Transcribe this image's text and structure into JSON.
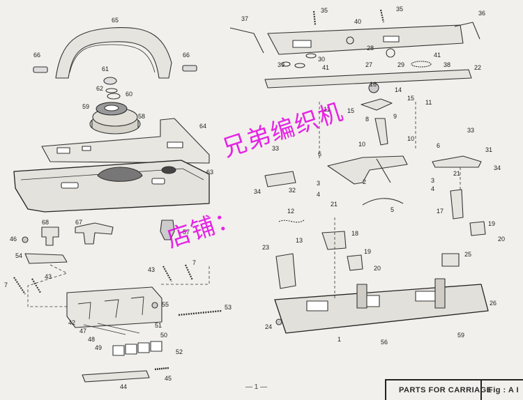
{
  "labels": {
    "n1": "1",
    "n2": "2",
    "n3a": "3",
    "n3b": "3",
    "n4a": "4",
    "n4b": "4",
    "n5": "5",
    "n6a": "6",
    "n6b": "6",
    "n7a": "7",
    "n7b": "7",
    "n8": "8",
    "n9": "9",
    "n10a": "10",
    "n10b": "10",
    "n11a": "11",
    "n11b": "11",
    "n12": "12",
    "n13": "13",
    "n14": "14",
    "n15a": "15",
    "n15b": "15",
    "n16": "16",
    "n17": "17",
    "n18": "18",
    "n19a": "19",
    "n19b": "19",
    "n20a": "20",
    "n20b": "20",
    "n21a": "21",
    "n21b": "21",
    "n22": "22",
    "n23": "23",
    "n24": "24",
    "n25": "25",
    "n26": "26",
    "n27": "27",
    "n28": "28",
    "n29": "29",
    "n30": "30",
    "n31": "31",
    "n32": "32",
    "n33a": "33",
    "n33b": "33",
    "n34a": "34",
    "n34b": "34",
    "n35a": "35",
    "n35b": "35",
    "n36": "36",
    "n37": "37",
    "n38": "38",
    "n39": "39",
    "n40": "40",
    "n41a": "41",
    "n41b": "41",
    "n42": "42",
    "n43a": "43",
    "n43b": "43",
    "n44": "44",
    "n45": "45",
    "n46": "46",
    "n47": "47",
    "n48": "48",
    "n49": "49",
    "n50": "50",
    "n51": "51",
    "n52": "52",
    "n53": "53",
    "n54": "54",
    "n55": "55",
    "n56": "56",
    "n57": "57",
    "n58": "58",
    "n59a": "59",
    "n59b": "59",
    "n60": "60",
    "n61": "61",
    "n62": "62",
    "n63": "63",
    "n64": "64",
    "n65": "65",
    "n66a": "66",
    "n66b": "66",
    "n67": "67",
    "n68": "68"
  },
  "watermark": {
    "line1": "兄弟编织机",
    "line2": "店铺："
  },
  "footer": {
    "page": "— 1 —",
    "title": "PARTS FOR CARRIAGE",
    "fig": "Fig : A I"
  }
}
